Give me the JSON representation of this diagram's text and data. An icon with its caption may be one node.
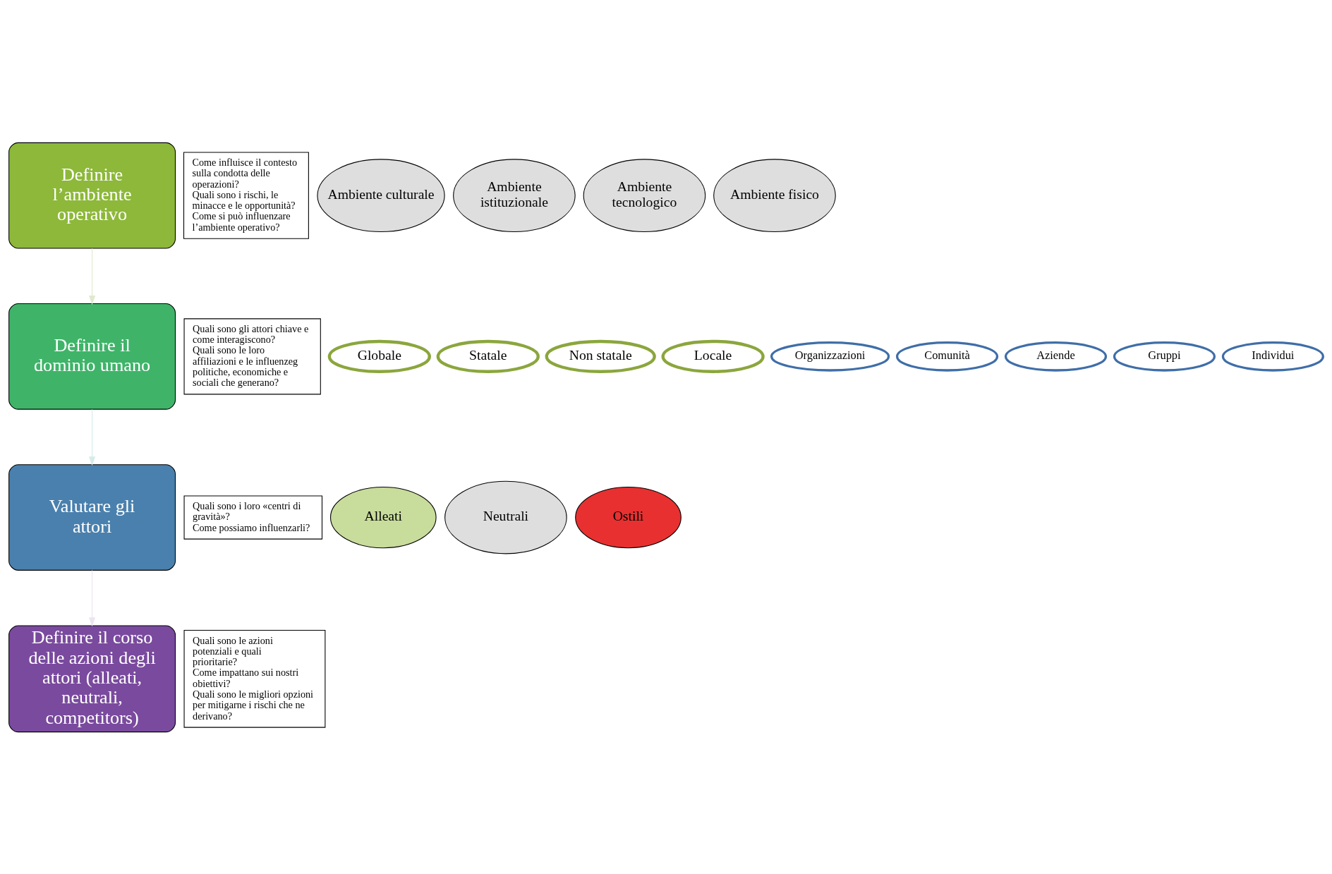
{
  "diagram": {
    "nodes": [
      {
        "text": [
          "Definire l’ambiente operativo"
        ]
      },
      {
        "text": [
          "Come influisce il contesto sulla condotta delle operazioni?",
          "Quali sono i rischi, le minacce e le opportunità?",
          "Come si può influenzare l’ambiente operativo?"
        ]
      },
      {
        "text": [
          "Ambiente culturale"
        ]
      },
      {
        "text": [
          "Ambiente istituzionale"
        ]
      },
      {
        "text": [
          "Ambiente tecnologico"
        ]
      },
      {
        "text": [
          "Ambiente fisico"
        ]
      },
      {
        "text": [
          "Definire il dominio umano"
        ]
      },
      {
        "text": [
          "Quali sono gli attori chiave e come interagiscono?",
          "Quali sono le loro affiliazioni e le influenzeg politiche, economiche e sociali che generano?"
        ]
      },
      {
        "text": [
          "Globale"
        ]
      },
      {
        "text": [
          "Statale"
        ]
      },
      {
        "text": [
          "Non statale"
        ]
      },
      {
        "text": [
          "Locale"
        ]
      },
      {
        "text": [
          "Organizzazioni"
        ]
      },
      {
        "text": [
          "Comunità"
        ]
      },
      {
        "text": [
          "Aziende"
        ]
      },
      {
        "text": [
          "Gruppi"
        ]
      },
      {
        "text": [
          "Individui"
        ]
      },
      {
        "text": [
          "Valutare gli attori"
        ]
      },
      {
        "text": [
          "Quali sono i loro «centri di gravità»?",
          "Come possiamo influenzarli?"
        ]
      },
      {
        "text": [
          "Alleati"
        ]
      },
      {
        "text": [
          "Neutrali"
        ]
      },
      {
        "text": [
          "Ostili"
        ]
      },
      {
        "text": [
          "Definire il corso delle azioni degli attori (alleati, neutrali, competitors)"
        ]
      },
      {
        "text": [
          "Quali sono le azioni potenziali e quali prioritarie?",
          "Come impattano sui nostri obiettivi?",
          "Quali sono le migliori opzioni per mitigarne i rischi che ne derivano?"
        ]
      }
    ],
    "edges": [
      {
        "from": 0,
        "to": 6,
        "arrow": "to",
        "color": "#dfe9cf"
      },
      {
        "from": 6,
        "to": 17,
        "arrow": "to",
        "color": "#d6ece9"
      },
      {
        "from": 17,
        "to": 22,
        "arrow": "to",
        "color": "#ece4f2"
      }
    ]
  }
}
